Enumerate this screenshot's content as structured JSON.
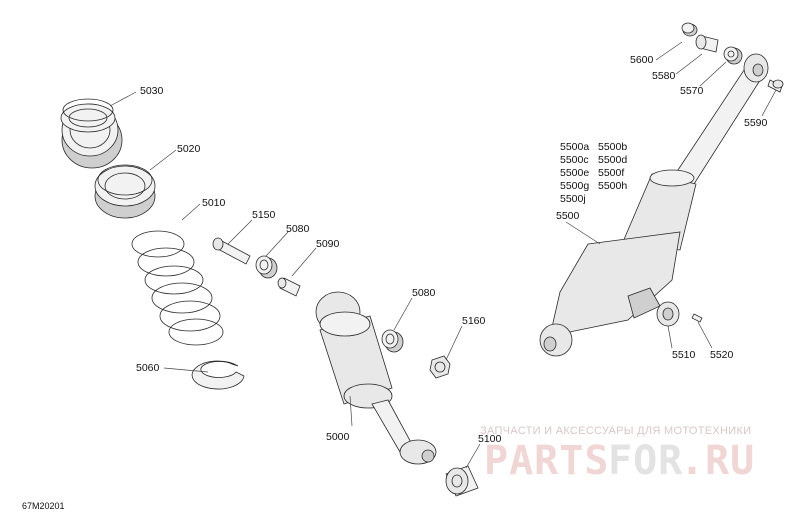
{
  "diagram_code": "67M20201",
  "watermark": {
    "tagline": "ЗАПЧАСТИ И АКСЕССУАРЫ ДЛЯ МОТОТЕХНИКИ",
    "logo_part1": "PARTS",
    "logo_part2": "FOR",
    "logo_part3": ".RU"
  },
  "labels": {
    "p5030": "5030",
    "p5020": "5020",
    "p5010": "5010",
    "p5060": "5060",
    "p5150": "5150",
    "p5080a": "5080",
    "p5090": "5090",
    "p5080b": "5080",
    "p5160": "5160",
    "p5000": "5000",
    "p5100": "5100",
    "p5600": "5600",
    "p5580": "5580",
    "p5570": "5570",
    "p5590": "5590",
    "p5500a": "5500a",
    "p5500b": "5500b",
    "p5500c": "5500c",
    "p5500d": "5500d",
    "p5500e": "5500e",
    "p5500f": "5500f",
    "p5500g": "5500g",
    "p5500h": "5500h",
    "p5500j": "5500j",
    "p5500": "5500",
    "p5510": "5510",
    "p5520": "5520"
  }
}
